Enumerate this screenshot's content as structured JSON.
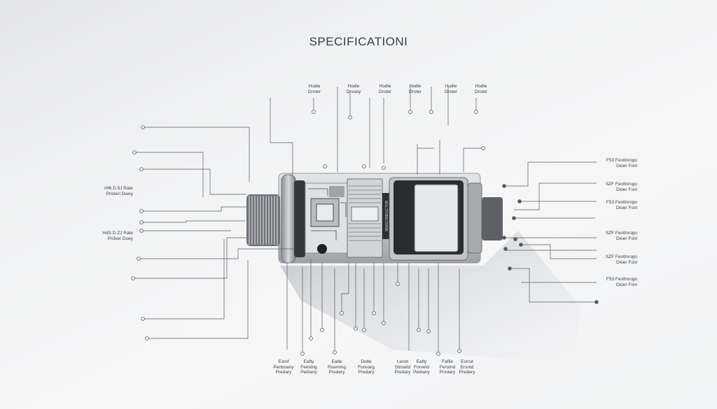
{
  "title": "SPECIFICATIONI",
  "top_labels": [
    "Hodle\nDroter",
    "Hodle\nDrsoey",
    "Hodle\nDroter",
    "Hodle\nDroter",
    "Hodle\nDroter",
    "Hodle\nDroter"
  ],
  "left_labels": [
    "Hf6 D.5J Rate\nPristeri Dwey",
    "HdS D.ZJ Rate\nPrdser Duey"
  ],
  "right_labels": [
    "F53 Feoltnrogo\nDioer Fonl",
    "SZF Feoltnrogo\nDioer Fonl",
    "F53 Feoltnrogo\nDioer Fonl",
    "SZF Feoltnrogo\nDioer Fonl",
    "SZF Feoltnrogo\nDioer Fonl",
    "F53 Feoltnrogo\nDioer Fonl"
  ],
  "bottom_labels": [
    "Esrof\nPenboany\nPredary",
    "Eafty\nFeestng\nPedsery",
    "Eatle\nRoeming\nPredery",
    "Dotle\nFonvarg\nPredary",
    "Lenot\nStnoetd\nPredary",
    "Eafty\nForvetd\nPedsery",
    "Fafile\nFerotnd\nPrxdary",
    "Eorrut\nErsntd\nPredery"
  ],
  "chip_label": "SEMICONDUCTOR",
  "colors": {
    "line": "#55595f",
    "body": "#c4c7cc",
    "dark": "#2a2c30"
  }
}
